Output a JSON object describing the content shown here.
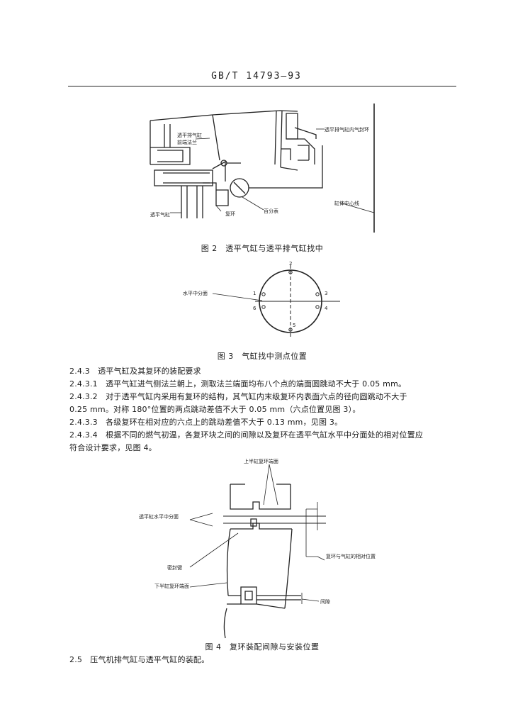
{
  "header": {
    "standard_code": "GB/T 14793—93"
  },
  "figure2": {
    "caption": "图 2　透平气缸与透平排气缸找中",
    "labels": {
      "front_flange": "透平排气缸\n前端法兰",
      "inner_ring": "透平排气缸内气封环",
      "cylinder": "透平气缸",
      "seal_ring": "复环",
      "dial_gauge": "百分表",
      "centerline": "缸体中心线"
    }
  },
  "figure3": {
    "caption": "图 3　气缸找中测点位置",
    "labels": {
      "split_plane": "水平中分面"
    },
    "points": [
      "2",
      "3",
      "4",
      "5",
      "6",
      "1"
    ]
  },
  "text": {
    "s243": "2.4.3　透平气缸及其复环的装配要求",
    "s2431": "2.4.3.1　透平气缸进气侧法兰朝上，测取法兰端面均布八个点的端面圆跳动不大于 0.05 mm。",
    "s2432_l1": "2.4.3.2　对于透平气缸内采用有复环的结构，其气缸内末级复环内表面六点的径向圆跳动不大于",
    "s2432_l2": "0.25 mm。对称 180°位置的两点跳动差值不大于 0.05 mm（六点位置见图 3）。",
    "s2433": "2.4.3.3　各级复环在相对应的六点上的跳动差值不大于 0.13 mm，见图 3。",
    "s2434_l1": "2.4.3.4　根据不同的燃气初温，各复环块之间的间隙以及复环在透平气缸水平中分面处的相对位置应",
    "s2434_l2": "符合设计要求，见图 4。",
    "s25": "2.5　压气机排气缸与透平气缸的装配。"
  },
  "figure4": {
    "caption": "图 4　复环装配间隙与安装位置",
    "labels": {
      "upper_face": "上半缸复环端面",
      "split_plane": "透平缸水平中分面",
      "relative_pos": "复环与气缸的相对位置",
      "seal_key": "密封键",
      "lower_face": "下半缸复环端面",
      "gap": "间隙"
    }
  }
}
